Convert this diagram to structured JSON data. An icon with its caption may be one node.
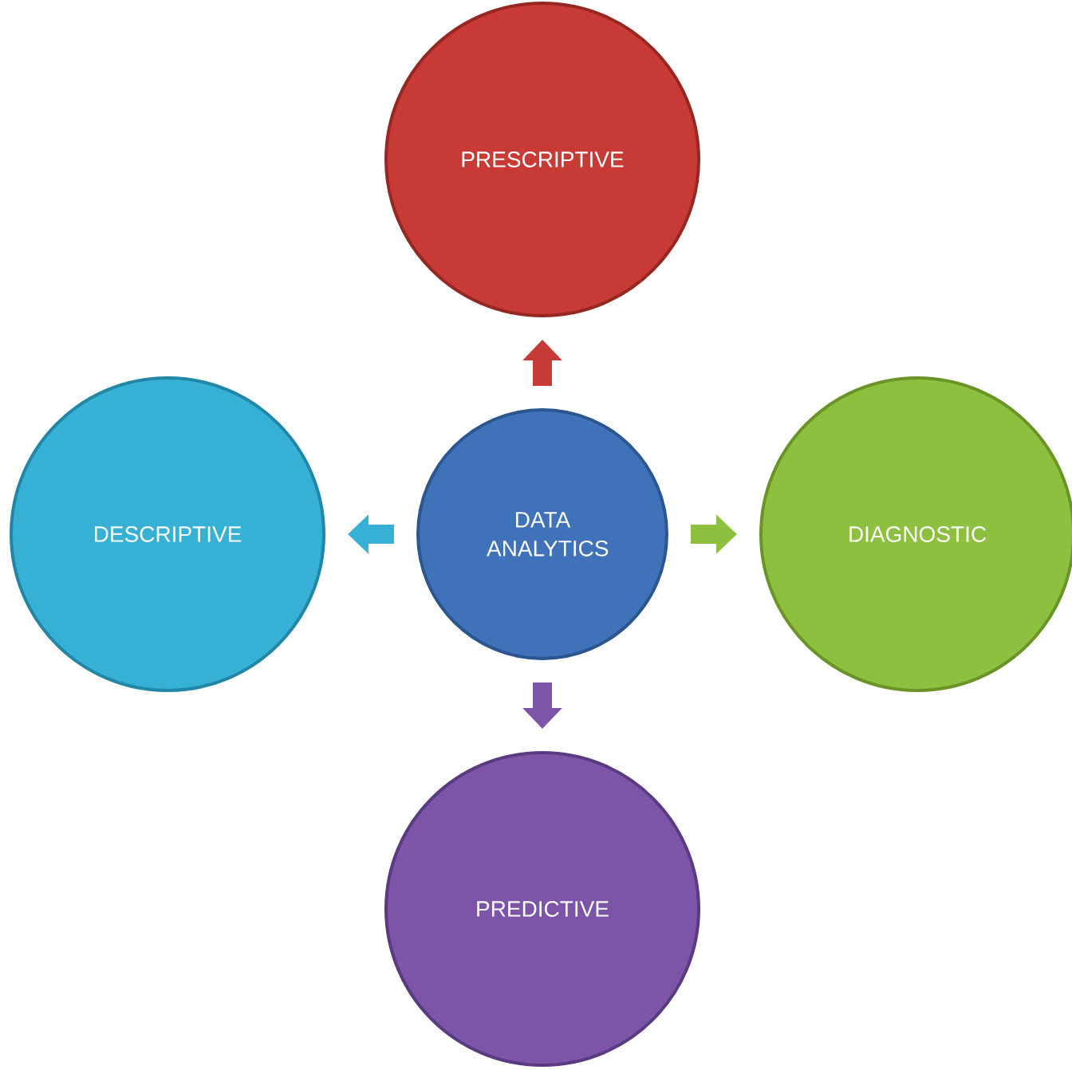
{
  "diagram": {
    "nodes": [
      {
        "text": [
          "DATA ANALYTICS"
        ]
      },
      {
        "text": [
          "PRESCRIPTIVE"
        ]
      },
      {
        "text": [
          "DESCRIPTIVE"
        ]
      },
      {
        "text": [
          "DIAGNOSTIC"
        ]
      },
      {
        "text": [
          "PREDICTIVE"
        ]
      }
    ],
    "edges": [
      {
        "from": 0,
        "to": 1,
        "arrow": "to",
        "color": "#c83a35"
      },
      {
        "from": 0,
        "to": 2,
        "arrow": "to",
        "color": "#36b0d4"
      },
      {
        "from": 0,
        "to": 3,
        "arrow": "to",
        "color": "#8dc03f"
      },
      {
        "from": 0,
        "to": 4,
        "arrow": "to",
        "color": "#7d55a8"
      }
    ]
  }
}
